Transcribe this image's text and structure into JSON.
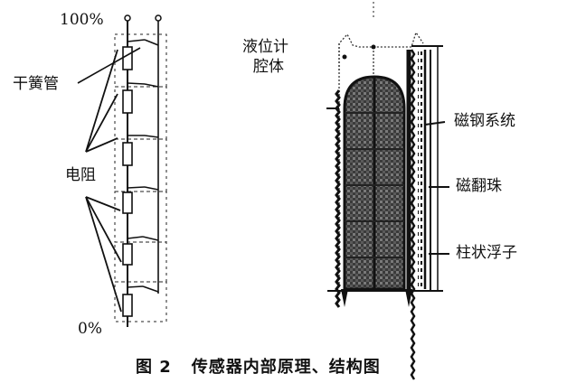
{
  "figure": {
    "number": "图 2",
    "title": "传感器内部原理、结构图"
  },
  "circuit": {
    "top_label": "100%",
    "bottom_label": "0%",
    "reed_switch_label": "干簧管",
    "resistor_label": "电阻",
    "resistor_count": 6
  },
  "structure": {
    "cavity_label_line1": "液位计",
    "cavity_label_line2": "腔体",
    "magnet_system_label": "磁钢系统",
    "flip_bead_label": "磁翻珠",
    "float_label": "柱状浮子"
  }
}
